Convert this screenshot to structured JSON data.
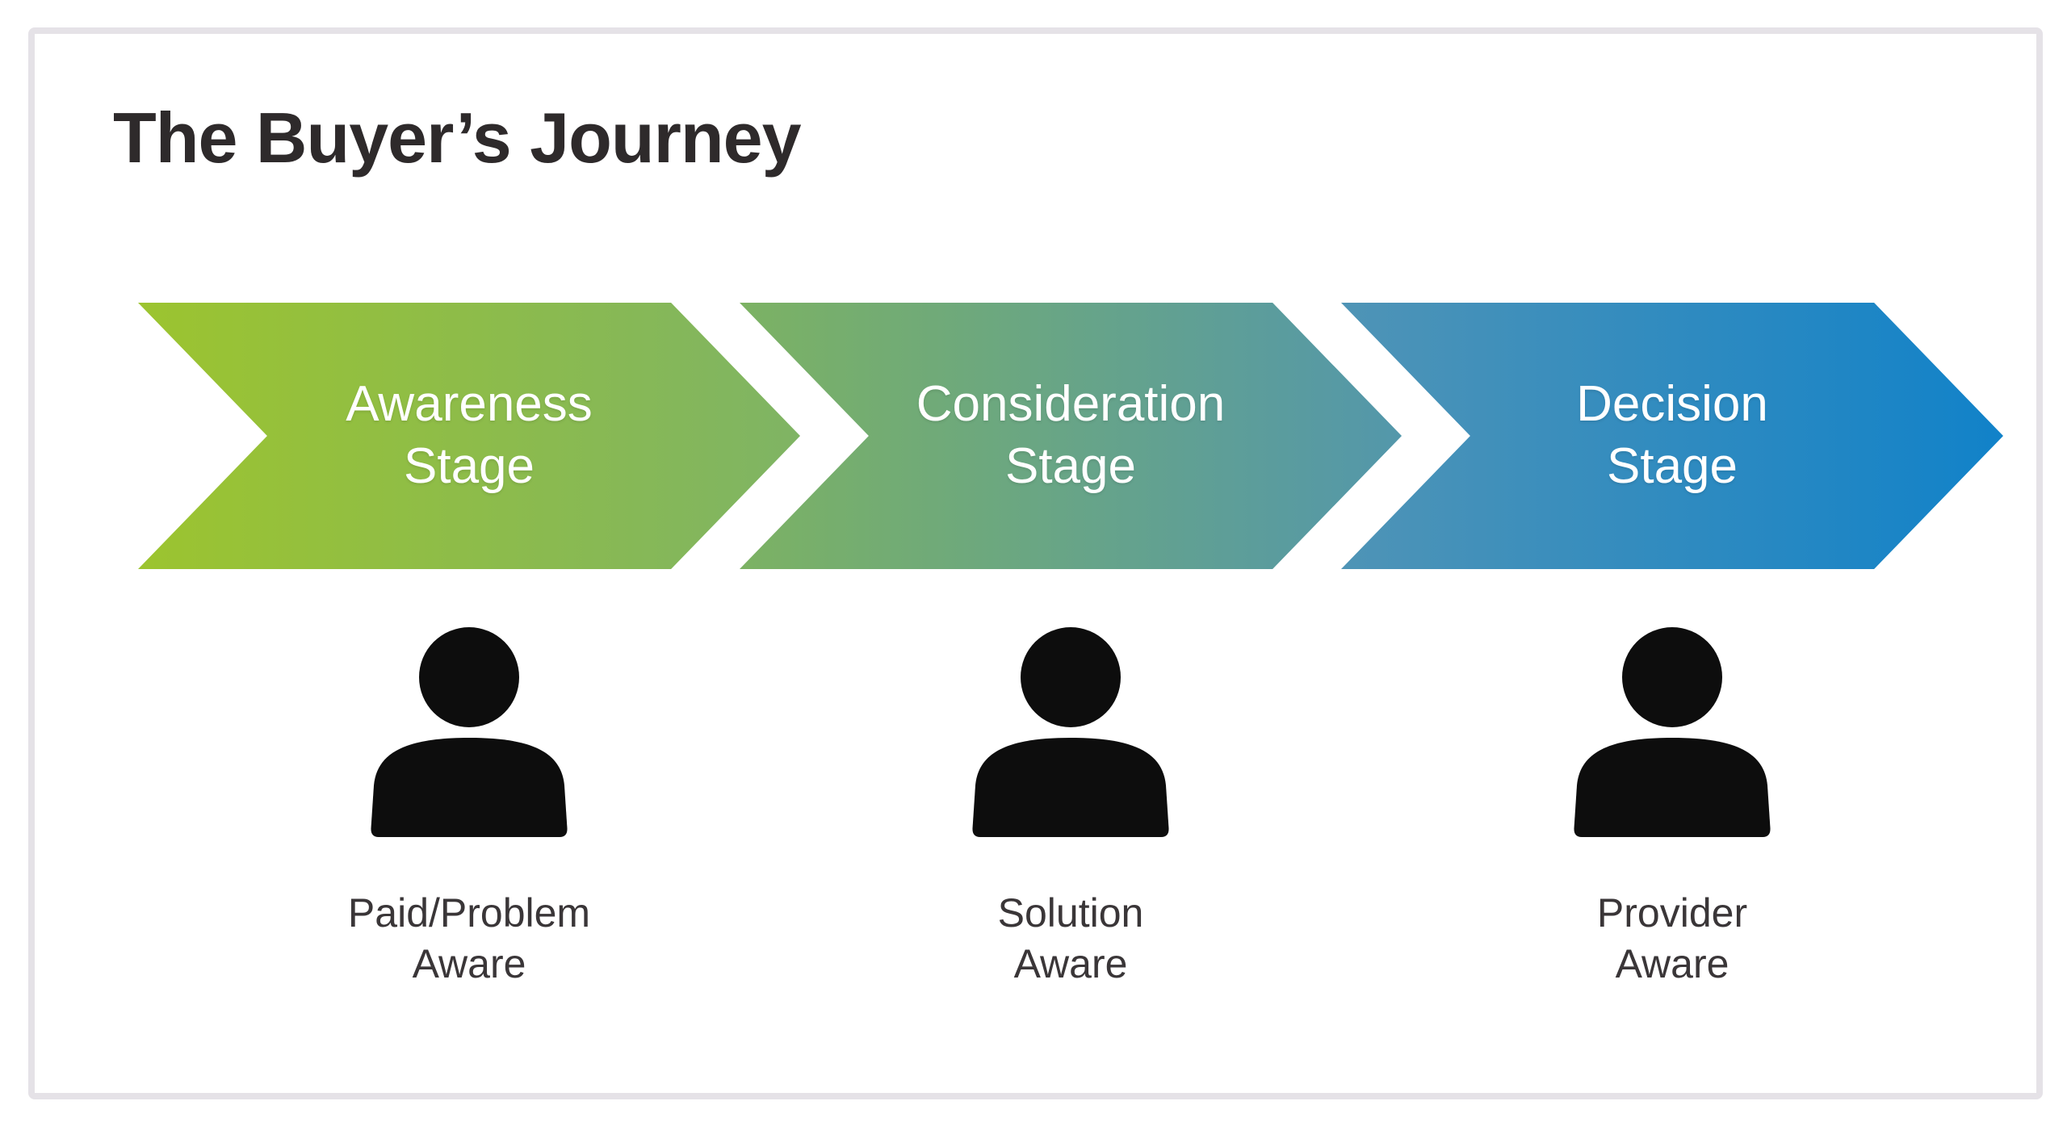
{
  "title": "The Buyer’s Journey",
  "colors": {
    "card_border": "#e5e2e7",
    "title_text": "#2e2a2b",
    "stage_text": "#ffffff",
    "caption_text": "#3a3638",
    "person_icon": "#0d0d0d"
  },
  "stages": [
    {
      "name": "Awareness Stage",
      "line1": "Awareness",
      "line2": "Stage",
      "gradient_start": "#9cc42f",
      "gradient_end": "#7fb464",
      "caption_line1": "Paid/Problem",
      "caption_line2": "Aware"
    },
    {
      "name": "Consideration Stage",
      "line1": "Consideration",
      "line2": "Stage",
      "gradient_start": "#7cb263",
      "gradient_end": "#5397ab",
      "caption_line1": "Solution",
      "caption_line2": "Aware"
    },
    {
      "name": "Decision Stage",
      "line1": "Decision",
      "line2": "Stage",
      "gradient_start": "#4f94b6",
      "gradient_end": "#1182c9",
      "caption_line1": "Provider",
      "caption_line2": "Aware"
    }
  ]
}
